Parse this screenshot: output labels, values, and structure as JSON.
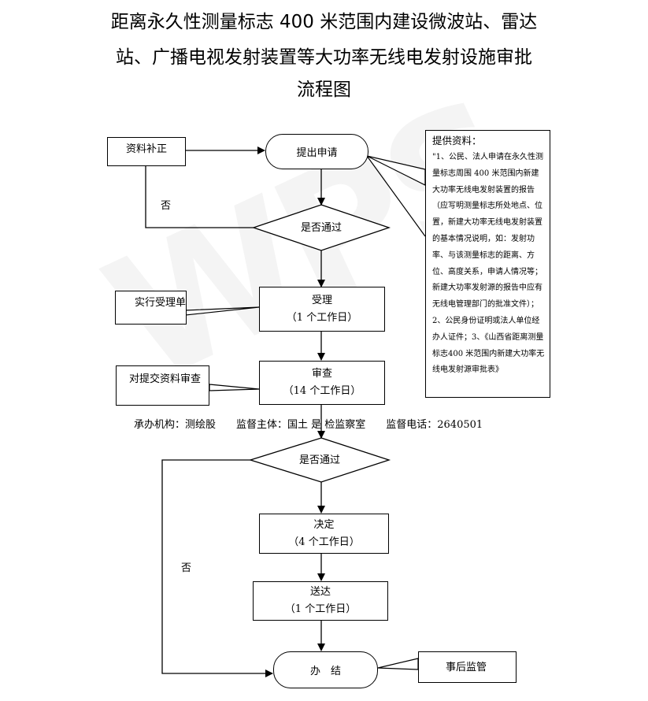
{
  "title": {
    "line1": "距离永久性测量标志 400 米范围内建设微波站、雷达",
    "line2": "站、广播电视发射装置等大功率无线电发射设施审批",
    "line3": "流程图"
  },
  "watermark": "WPS",
  "nodes": {
    "supplement": "资料补正",
    "submit": "提出申请",
    "check1": "是否通过",
    "accept": {
      "label": "受理",
      "days": "（1 个工作日）"
    },
    "review": {
      "label": "审查",
      "days": "（14 个工作日）"
    },
    "check2": "是否通过",
    "decide": {
      "label": "决定",
      "days": "（4 个工作日）"
    },
    "deliver": {
      "label": "送达",
      "days": "（1 个工作日）"
    },
    "finish": "办　结"
  },
  "callouts": {
    "accept_note": "实行受理单",
    "review_note": "对提交资料审查",
    "post_supervise": "事后监管",
    "materials": {
      "heading": "提供资料：",
      "body": "\"1、公民、法人申请在永久性测量标志周围 400 米范围内新建大功率无线电发射装置的报告（应写明测量标志所处地点、位置，新建大功率无线电发射装置的基本情况说明，如：发射功率、与该测量标志的距离、方位、高度关系，申请人情况等；新建大功率发射源的报告中应有无线电管理部门的批准文件）；2、公民身份证明或法人单位经办人证件；3、《山西省距离测量标志400 米范围内新建大功率无线电发射源审批表》"
    }
  },
  "labels": {
    "no1": "否",
    "no2": "否",
    "info": "承办机构：测绘股　　监督主体：国土 是 检监察室　　监督电话：2640501"
  },
  "colors": {
    "line": "#000000",
    "watermark": "#000000"
  }
}
